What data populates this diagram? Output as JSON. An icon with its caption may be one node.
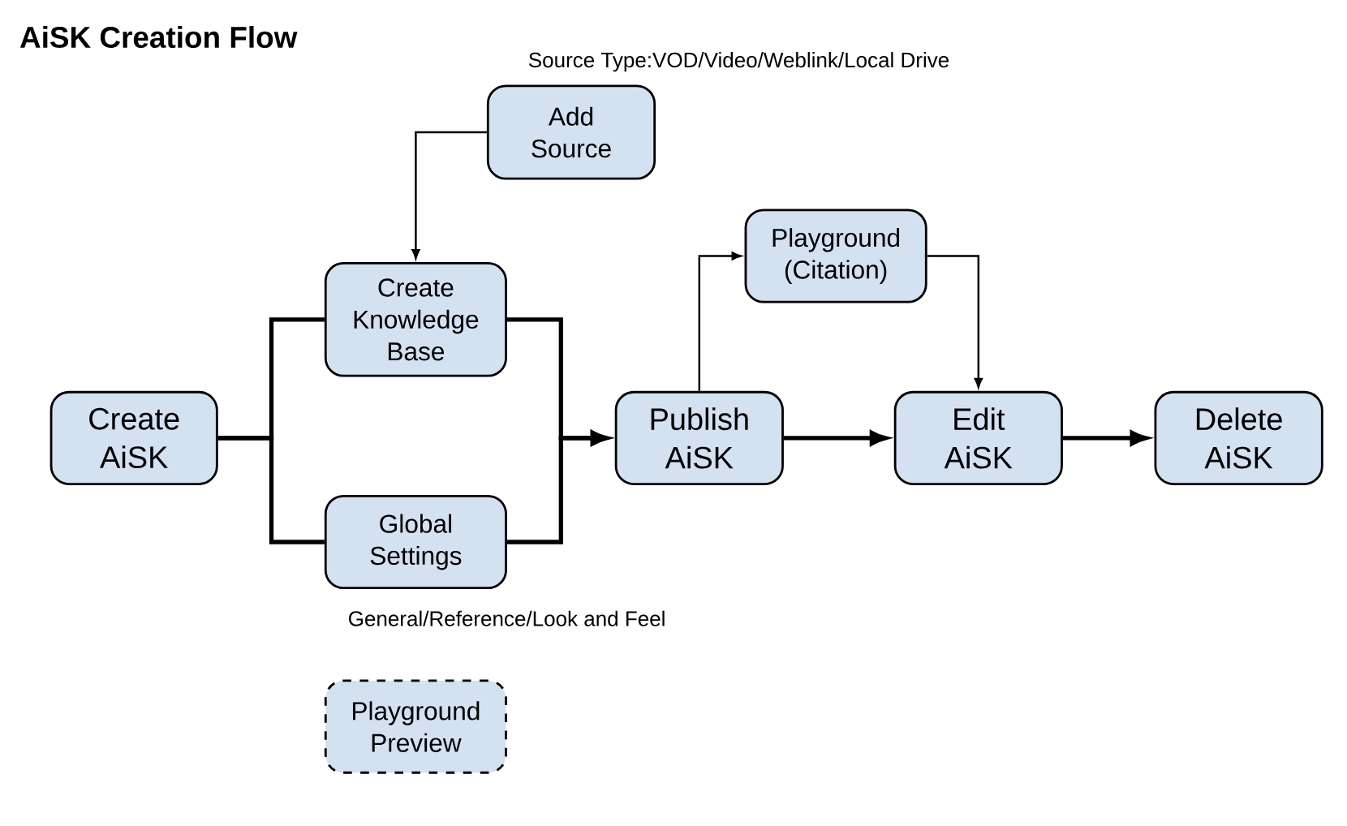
{
  "diagram": {
    "title": "AiSK Creation Flow",
    "nodes": [
      {
        "text": [
          "Create AiSK"
        ]
      },
      {
        "text": [
          "Create Knowledge Base"
        ]
      },
      {
        "text": [
          "Add Source"
        ],
        "beside": [
          "Source Type:VOD/Video/Weblink/Local Drive"
        ]
      },
      {
        "text": [
          "Global Settings"
        ],
        "beside": [
          "General/Reference/Look and Feel"
        ]
      },
      {
        "text": [
          "Publish AiSK"
        ]
      },
      {
        "text": [
          "Playground (Citation)"
        ]
      },
      {
        "text": [
          "Edit AiSK"
        ]
      },
      {
        "text": [
          "Delete AiSK"
        ]
      },
      {
        "text": [
          "Playground Preview"
        ]
      }
    ],
    "edges": [
      {
        "from": 0,
        "to": 1,
        "arrow": "none"
      },
      {
        "from": 0,
        "to": 3,
        "arrow": "none"
      },
      {
        "from": 1,
        "to": 4,
        "arrow": "to"
      },
      {
        "from": 3,
        "to": 4,
        "arrow": "to"
      },
      {
        "from": 2,
        "to": 1,
        "arrow": "to"
      },
      {
        "from": 4,
        "to": 5,
        "arrow": "to"
      },
      {
        "from": 4,
        "to": 6,
        "arrow": "to"
      },
      {
        "from": 5,
        "to": 6,
        "arrow": "to"
      },
      {
        "from": 6,
        "to": 7,
        "arrow": "to"
      }
    ]
  }
}
